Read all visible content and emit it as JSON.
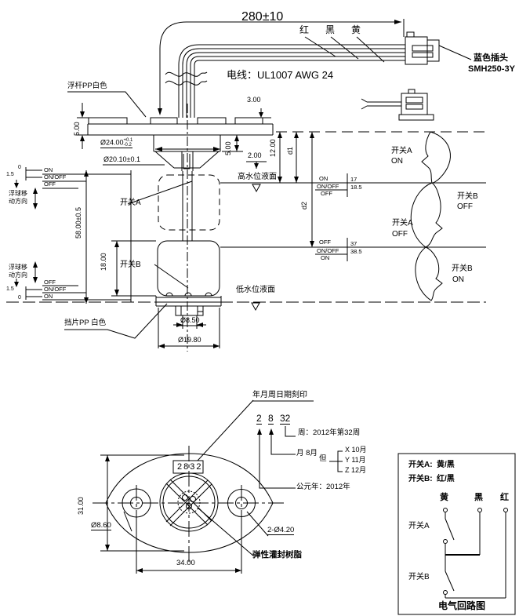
{
  "cable": {
    "length_dim": "280±10",
    "wire_labels": [
      "红",
      "黑",
      "黄"
    ],
    "wire_spec": "电线：UL1007 AWG 24",
    "connector_name": "蓝色插头",
    "connector_model": "SMH250-3Y"
  },
  "assembly": {
    "float_rod": "浮杆PP白色",
    "baffle": "挡片PP 白色",
    "switch_a": "开关A",
    "switch_b": "开关B",
    "high_level": "高水位液面",
    "low_level": "低水位液面",
    "float_dir_line1": "浮球移",
    "float_dir_line2": "动方向",
    "dims": {
      "flange_thickness": "5.00",
      "boss_height": "3.00",
      "dia_flange": "Ø24.00",
      "tol_plus": "+0.1",
      "tol_minus": "-0.2",
      "dia_neck": "Ø20.10±0.1",
      "hub_height": "5.00",
      "gap": "2.00",
      "offset_top": "12.00",
      "d1": "d1",
      "d2": "d2",
      "overall": "58.00±0.5",
      "float_b_height": "18.00",
      "dia_stem": "Ø8.50",
      "dia_base": "Ø19.80"
    },
    "left_top_states": [
      "ON",
      "ON/OFF",
      "OFF"
    ],
    "left_top_ticks": [
      "0",
      "1.5"
    ],
    "left_bottom_states": [
      "OFF",
      "ON/OFF",
      "ON"
    ],
    "left_bottom_ticks": [
      "1.5",
      "0"
    ],
    "right_top_states": [
      "ON",
      "ON/OFF",
      "OFF"
    ],
    "right_top_values": [
      "17",
      "18.5"
    ],
    "right_bottom_states": [
      "OFF",
      "ON/OFF",
      "ON"
    ],
    "right_bottom_values": [
      "37",
      "38.5"
    ],
    "zone_labels": [
      [
        "开关A",
        "ON"
      ],
      [
        "开关B",
        "OFF"
      ],
      [
        "开关A",
        "OFF"
      ],
      [
        "开关B",
        "ON"
      ]
    ]
  },
  "bottom_view": {
    "date_stamp": "年月周日期刻印",
    "code": "2832",
    "dims": {
      "height": "31.00",
      "hole_boss": "Ø8.60",
      "hole_spacing": "34.00",
      "holes": "2-Ø4.20"
    },
    "resin": "弹性灌封树脂",
    "date_code": {
      "digit_year": "2",
      "digit_month": "8",
      "digit_week": "32",
      "week": "周：2012年第32周",
      "month": "月 8月",
      "but": "但",
      "alt_months": [
        "X 10月",
        "Y 11月",
        "Z 12月"
      ],
      "year": "公元年：2012年"
    }
  },
  "circuit": {
    "wiring": [
      {
        "label": "开关A:",
        "value": "黄/黑"
      },
      {
        "label": "开关B:",
        "value": "红/黑"
      }
    ],
    "columns": [
      "黄",
      "黑",
      "红"
    ],
    "switch_a": "开关A",
    "switch_b": "开关B",
    "caption": "电气回路图"
  }
}
